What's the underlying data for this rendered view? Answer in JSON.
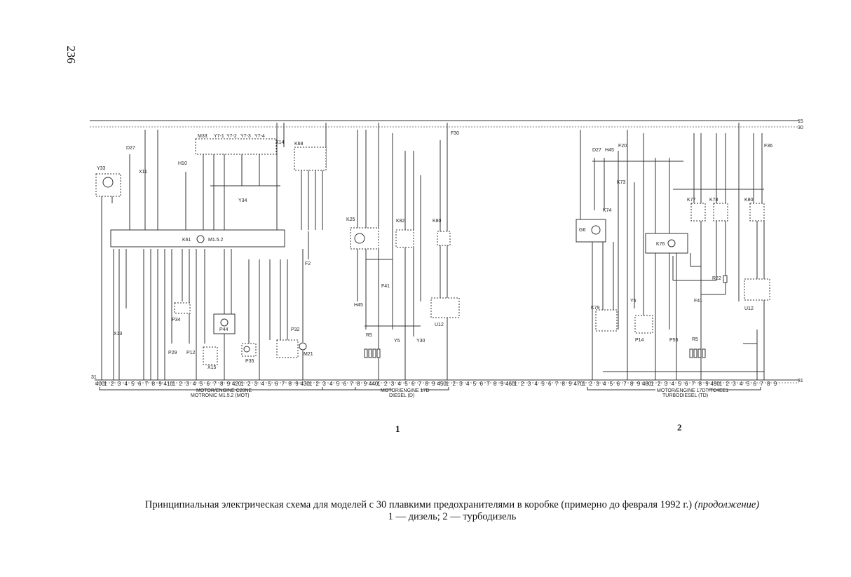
{
  "page_number": "236",
  "figures": [
    "1",
    "2"
  ],
  "caption": {
    "line1": "Принципиальная электрическая схема для моделей с 30 плавкими предохранителями в коробке (примерно до февраля 1992 г.)",
    "line1_italic": "(продолжение)",
    "line2": "1 — дизель; 2 — турбодизель"
  },
  "ruler": {
    "major_labels": [
      "400",
      "410",
      "420",
      "430",
      "440",
      "450",
      "460",
      "470",
      "480",
      "490"
    ],
    "left_end": "31",
    "right_end": "31",
    "top_bus_labels": [
      "15",
      "30"
    ],
    "section_notes": [
      {
        "line1": "MOTOR/ENGINE C20NE",
        "line2": "MOTRONIC M1.5.2 (MOT)"
      },
      {
        "line1": "MOTOR/ENGINE 17D",
        "line2": "DIESEL (D)"
      },
      {
        "line1": "MOTOR/ENGINE 17DT/TC4EE1",
        "line2": "TURBODIESEL (TD)"
      }
    ]
  },
  "components": {
    "left": [
      "Y33",
      "D27",
      "X11",
      "H10",
      "M33",
      "Y7-1",
      "Y7-2",
      "Y7-3",
      "Y7-4",
      "X14",
      "K68",
      "Y34",
      "K61",
      "M1.5.2",
      "F2",
      "X13",
      "P34",
      "P29",
      "P12",
      "X15",
      "P44",
      "P35",
      "P32",
      "M21"
    ],
    "middle": [
      "F30",
      "K25",
      "K82",
      "K80",
      "F41",
      "H45",
      "U12",
      "R5",
      "Y5",
      "Y30"
    ],
    "right": [
      "F36",
      "D27",
      "H45",
      "F20",
      "G6",
      "K74",
      "K73",
      "K76",
      "K77",
      "K78",
      "K80",
      "R22",
      "U12",
      "F41",
      "Y5",
      "K79",
      "P14",
      "P55",
      "R5"
    ]
  }
}
